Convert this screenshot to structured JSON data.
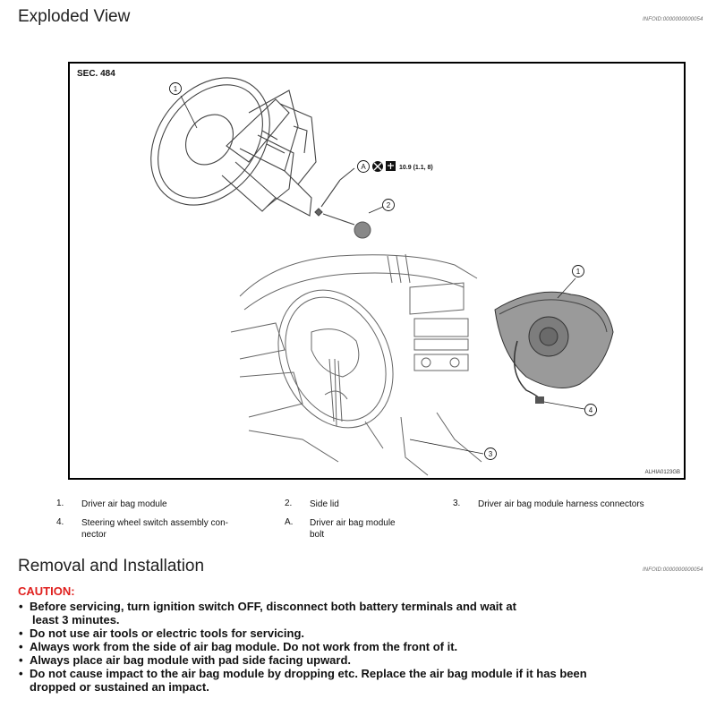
{
  "section1": {
    "title": "Exploded View",
    "infoid": "INFOID:0000000000054"
  },
  "figure": {
    "sec_label": "SEC. 484",
    "code": "ALHIA0123GB",
    "torque": "10.9 (1.1, 8)",
    "callouts": {
      "c1": "1",
      "c2": "2",
      "c3": "3",
      "c4": "4",
      "cA": "A"
    }
  },
  "legend": [
    {
      "num": "1.",
      "text": "Driver air bag module"
    },
    {
      "num": "2.",
      "text": "Side lid"
    },
    {
      "num": "3.",
      "text": "Driver air bag module harness connectors"
    },
    {
      "num": "4.",
      "text_line1": "Steering wheel switch assembly con-",
      "text_line2": "nector"
    },
    {
      "num": "A.",
      "text_line1": "Driver air bag module",
      "text_line2": "bolt"
    }
  ],
  "section2": {
    "title": "Removal and Installation",
    "infoid": "INFOID:0000000000054"
  },
  "caution": {
    "heading": "CAUTION:",
    "items": [
      {
        "line1": "Before servicing, turn ignition switch OFF, disconnect both battery terminals and wait at",
        "line2": "least 3 minutes."
      },
      {
        "line1": "Do not use air tools or electric tools for servicing."
      },
      {
        "line1": "Always work from the side of air bag module. Do not work from the front of it."
      },
      {
        "line1": "Always place air bag module with pad side facing upward."
      },
      {
        "line1": "Do not cause impact to the air bag module by dropping etc. Replace the air bag module if it has been",
        "line2": "dropped or sustained an impact."
      }
    ]
  }
}
